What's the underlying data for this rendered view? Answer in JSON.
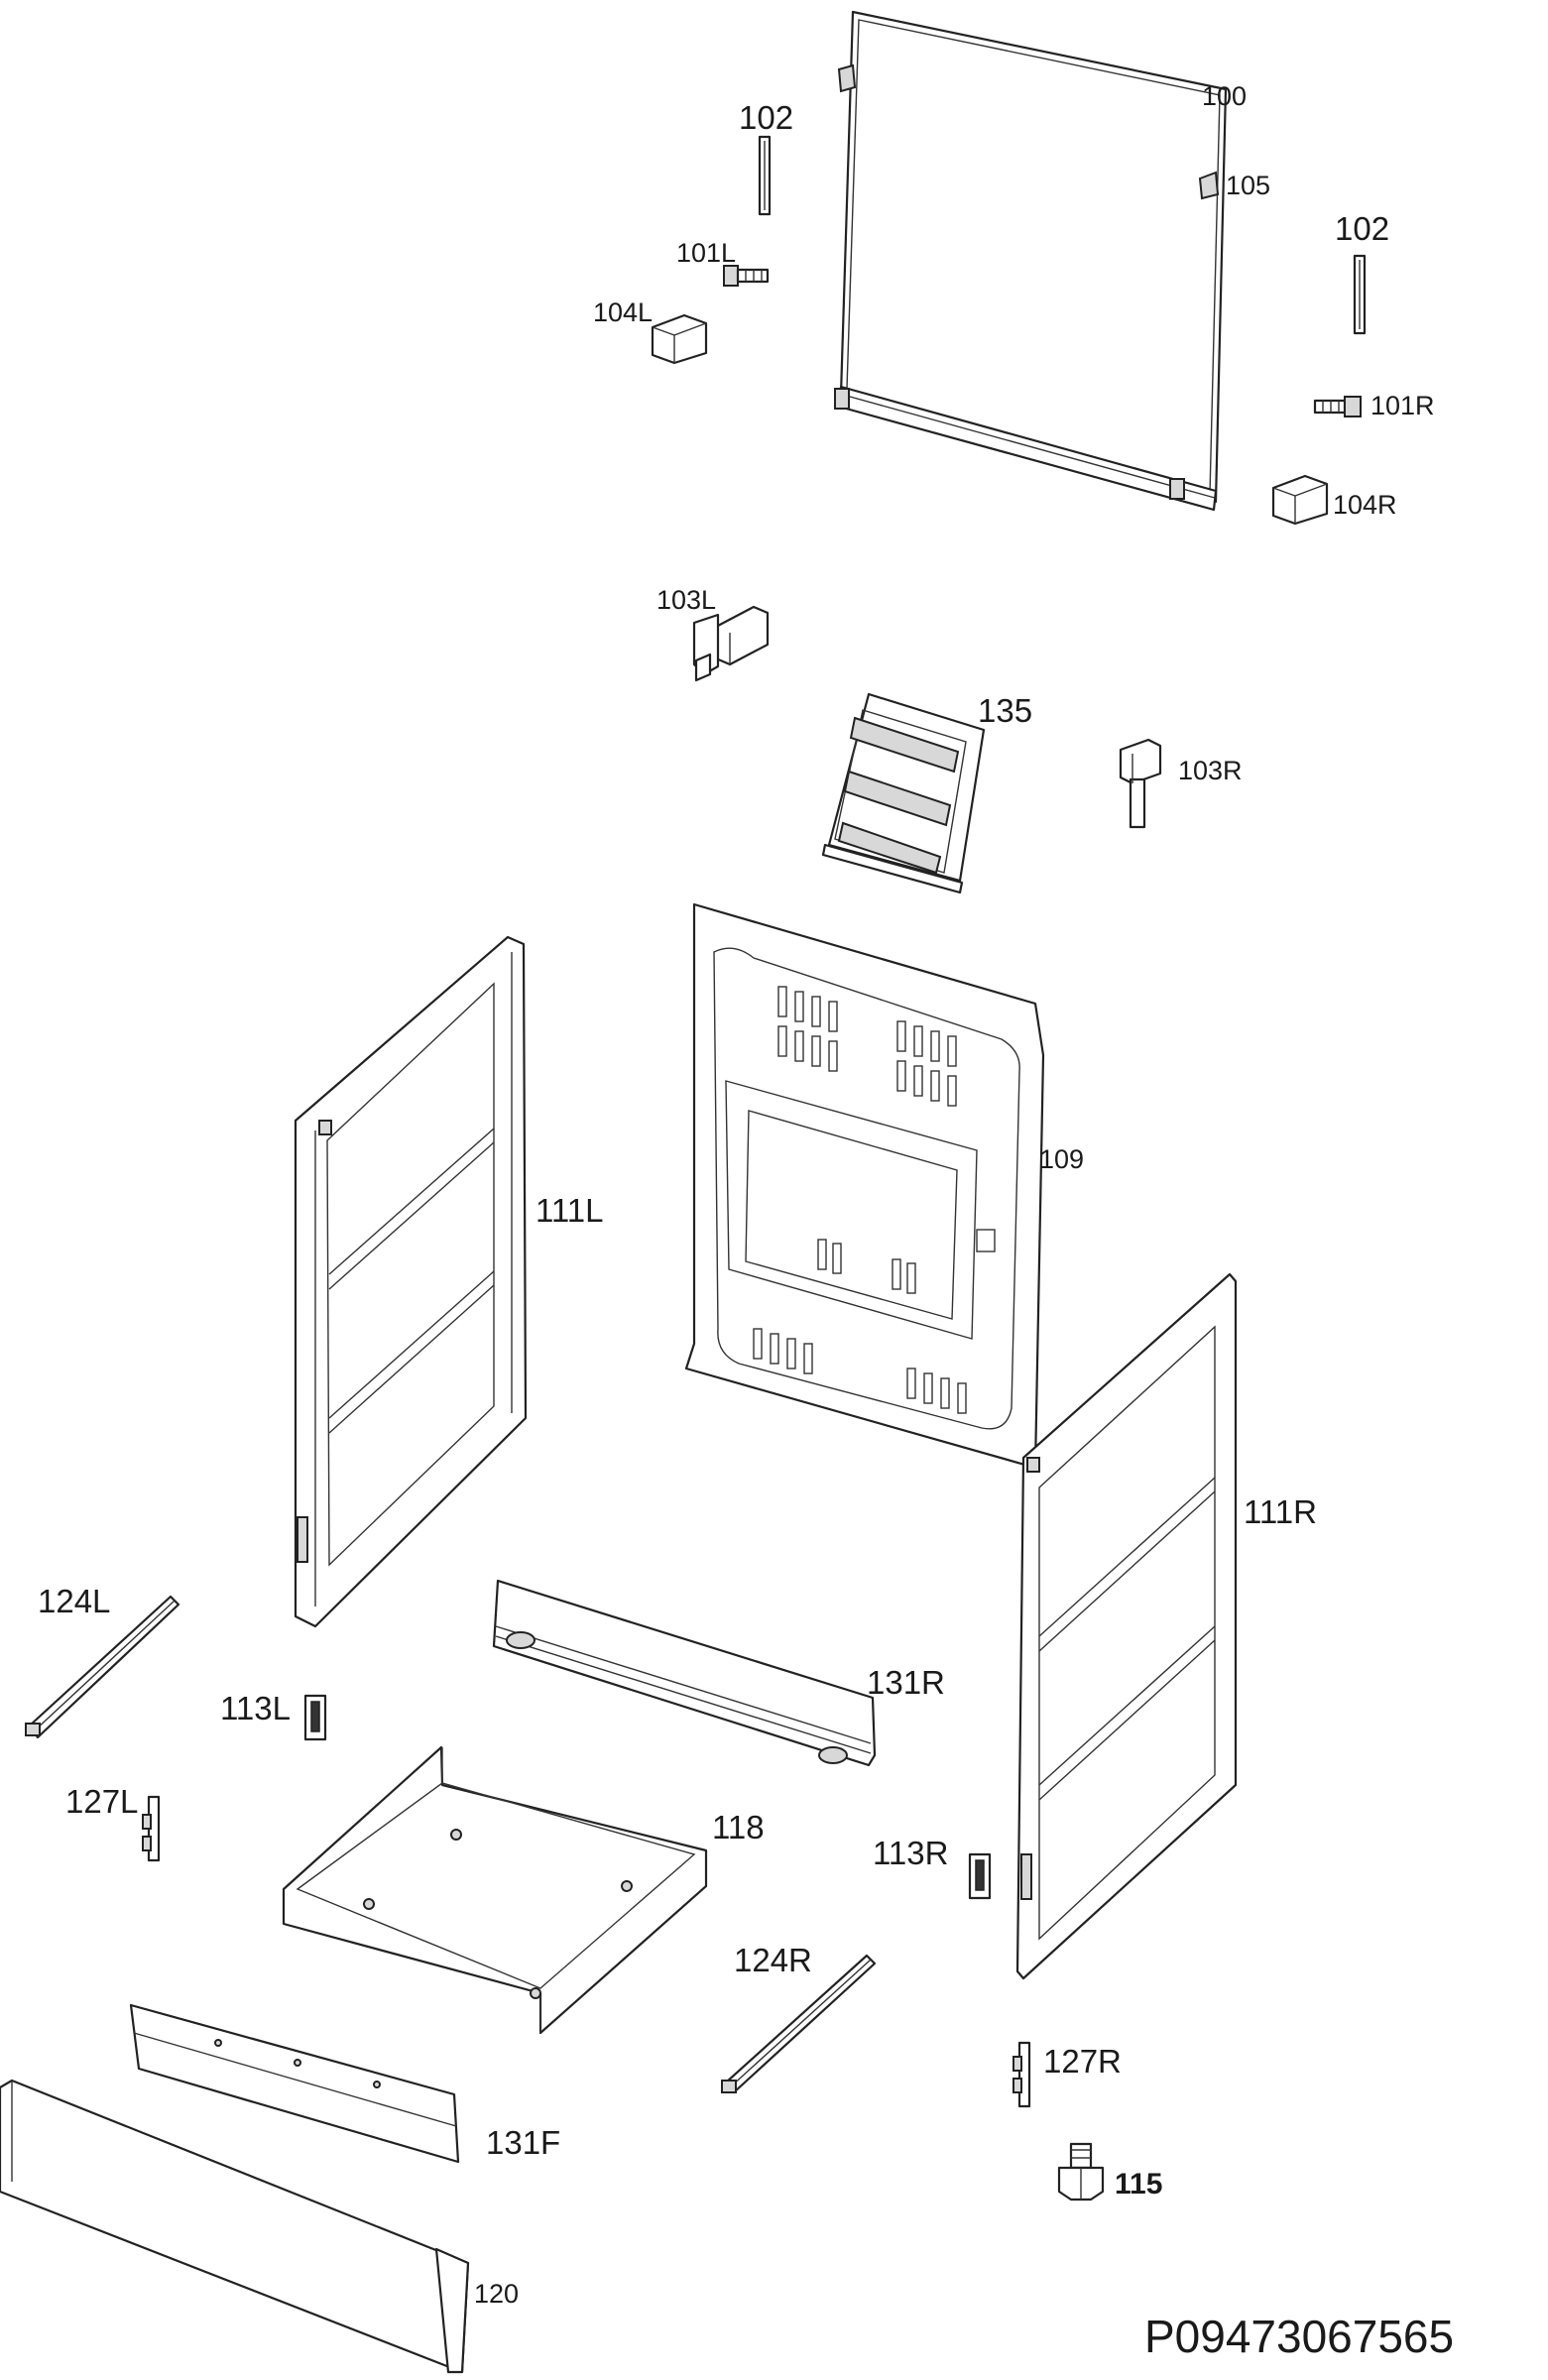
{
  "labels": {
    "p100": "100",
    "p102a": "102",
    "p102b": "102",
    "p105": "105",
    "p101L": "101L",
    "p101R": "101R",
    "p104L": "104L",
    "p104R": "104R",
    "p103L": "103L",
    "p103R": "103R",
    "p135": "135",
    "p109": "109",
    "p111L": "111L",
    "p111R": "111R",
    "p124L": "124L",
    "p124R": "124R",
    "p113L": "113L",
    "p113R": "113R",
    "p131R": "131R",
    "p131F": "131F",
    "p127L": "127L",
    "p127R": "127R",
    "p118": "118",
    "p115": "115",
    "p120": "120"
  },
  "code": "P09473067565"
}
